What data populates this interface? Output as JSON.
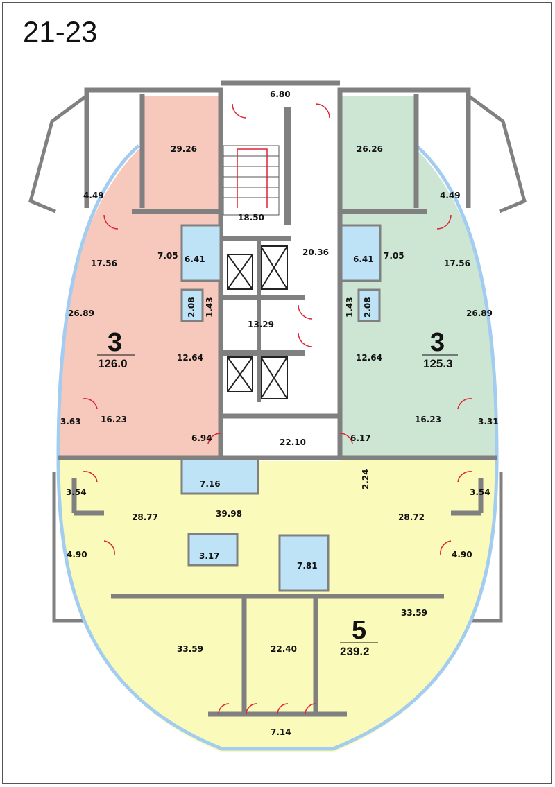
{
  "floor_range": "21-23",
  "rooms": {
    "tl_top": "29.26",
    "tl_small": "4.49",
    "tl_left": "17.56",
    "tl_corr": "7.05",
    "tl_bath": "6.41",
    "tl_wc": "2.08",
    "tl_hall": "1.43",
    "tl_big": "26.89",
    "tl_center": "12.64",
    "tl_bottom": "16.23",
    "tl_corner": "3.63",
    "tl_entry": "6.94",
    "tr_top": "26.26",
    "tr_small": "4.49",
    "tr_right": "17.56",
    "tr_corr": "7.05",
    "tr_bath": "6.41",
    "tr_wc": "2.08",
    "tr_hall": "1.43",
    "tr_big": "26.89",
    "tr_center": "12.64",
    "tr_bottom": "16.23",
    "tr_corner": "3.31",
    "tr_entry": "6.17",
    "core_top": "6.80",
    "stair": "18.50",
    "corridor": "20.36",
    "lift_hall": "13.29",
    "lobby": "22.10",
    "b_bath": "7.16",
    "b_left_corner": "3.54",
    "b_right_corner": "3.54",
    "b_left_room": "28.77",
    "b_living": "39.98",
    "b_right_room": "28.72",
    "b_left_balc": "4.90",
    "b_right_balc": "4.90",
    "b_wc1": "3.17",
    "b_bath2": "7.81",
    "b_store": "2.24",
    "b_bl": "33.59",
    "b_br": "33.59",
    "b_mid": "22.40",
    "b_loggia": "7.14"
  },
  "apartments": [
    {
      "rooms": "3",
      "area": "126.0"
    },
    {
      "rooms": "3",
      "area": "125.3"
    },
    {
      "rooms": "5",
      "area": "239.2"
    }
  ],
  "colors": {
    "pink": "#f6c9bc",
    "green": "#cde6d3",
    "yellow": "#fafaba",
    "wall": "#808080",
    "glass": "#a3cdf0",
    "wet": "#bfe3f6"
  }
}
